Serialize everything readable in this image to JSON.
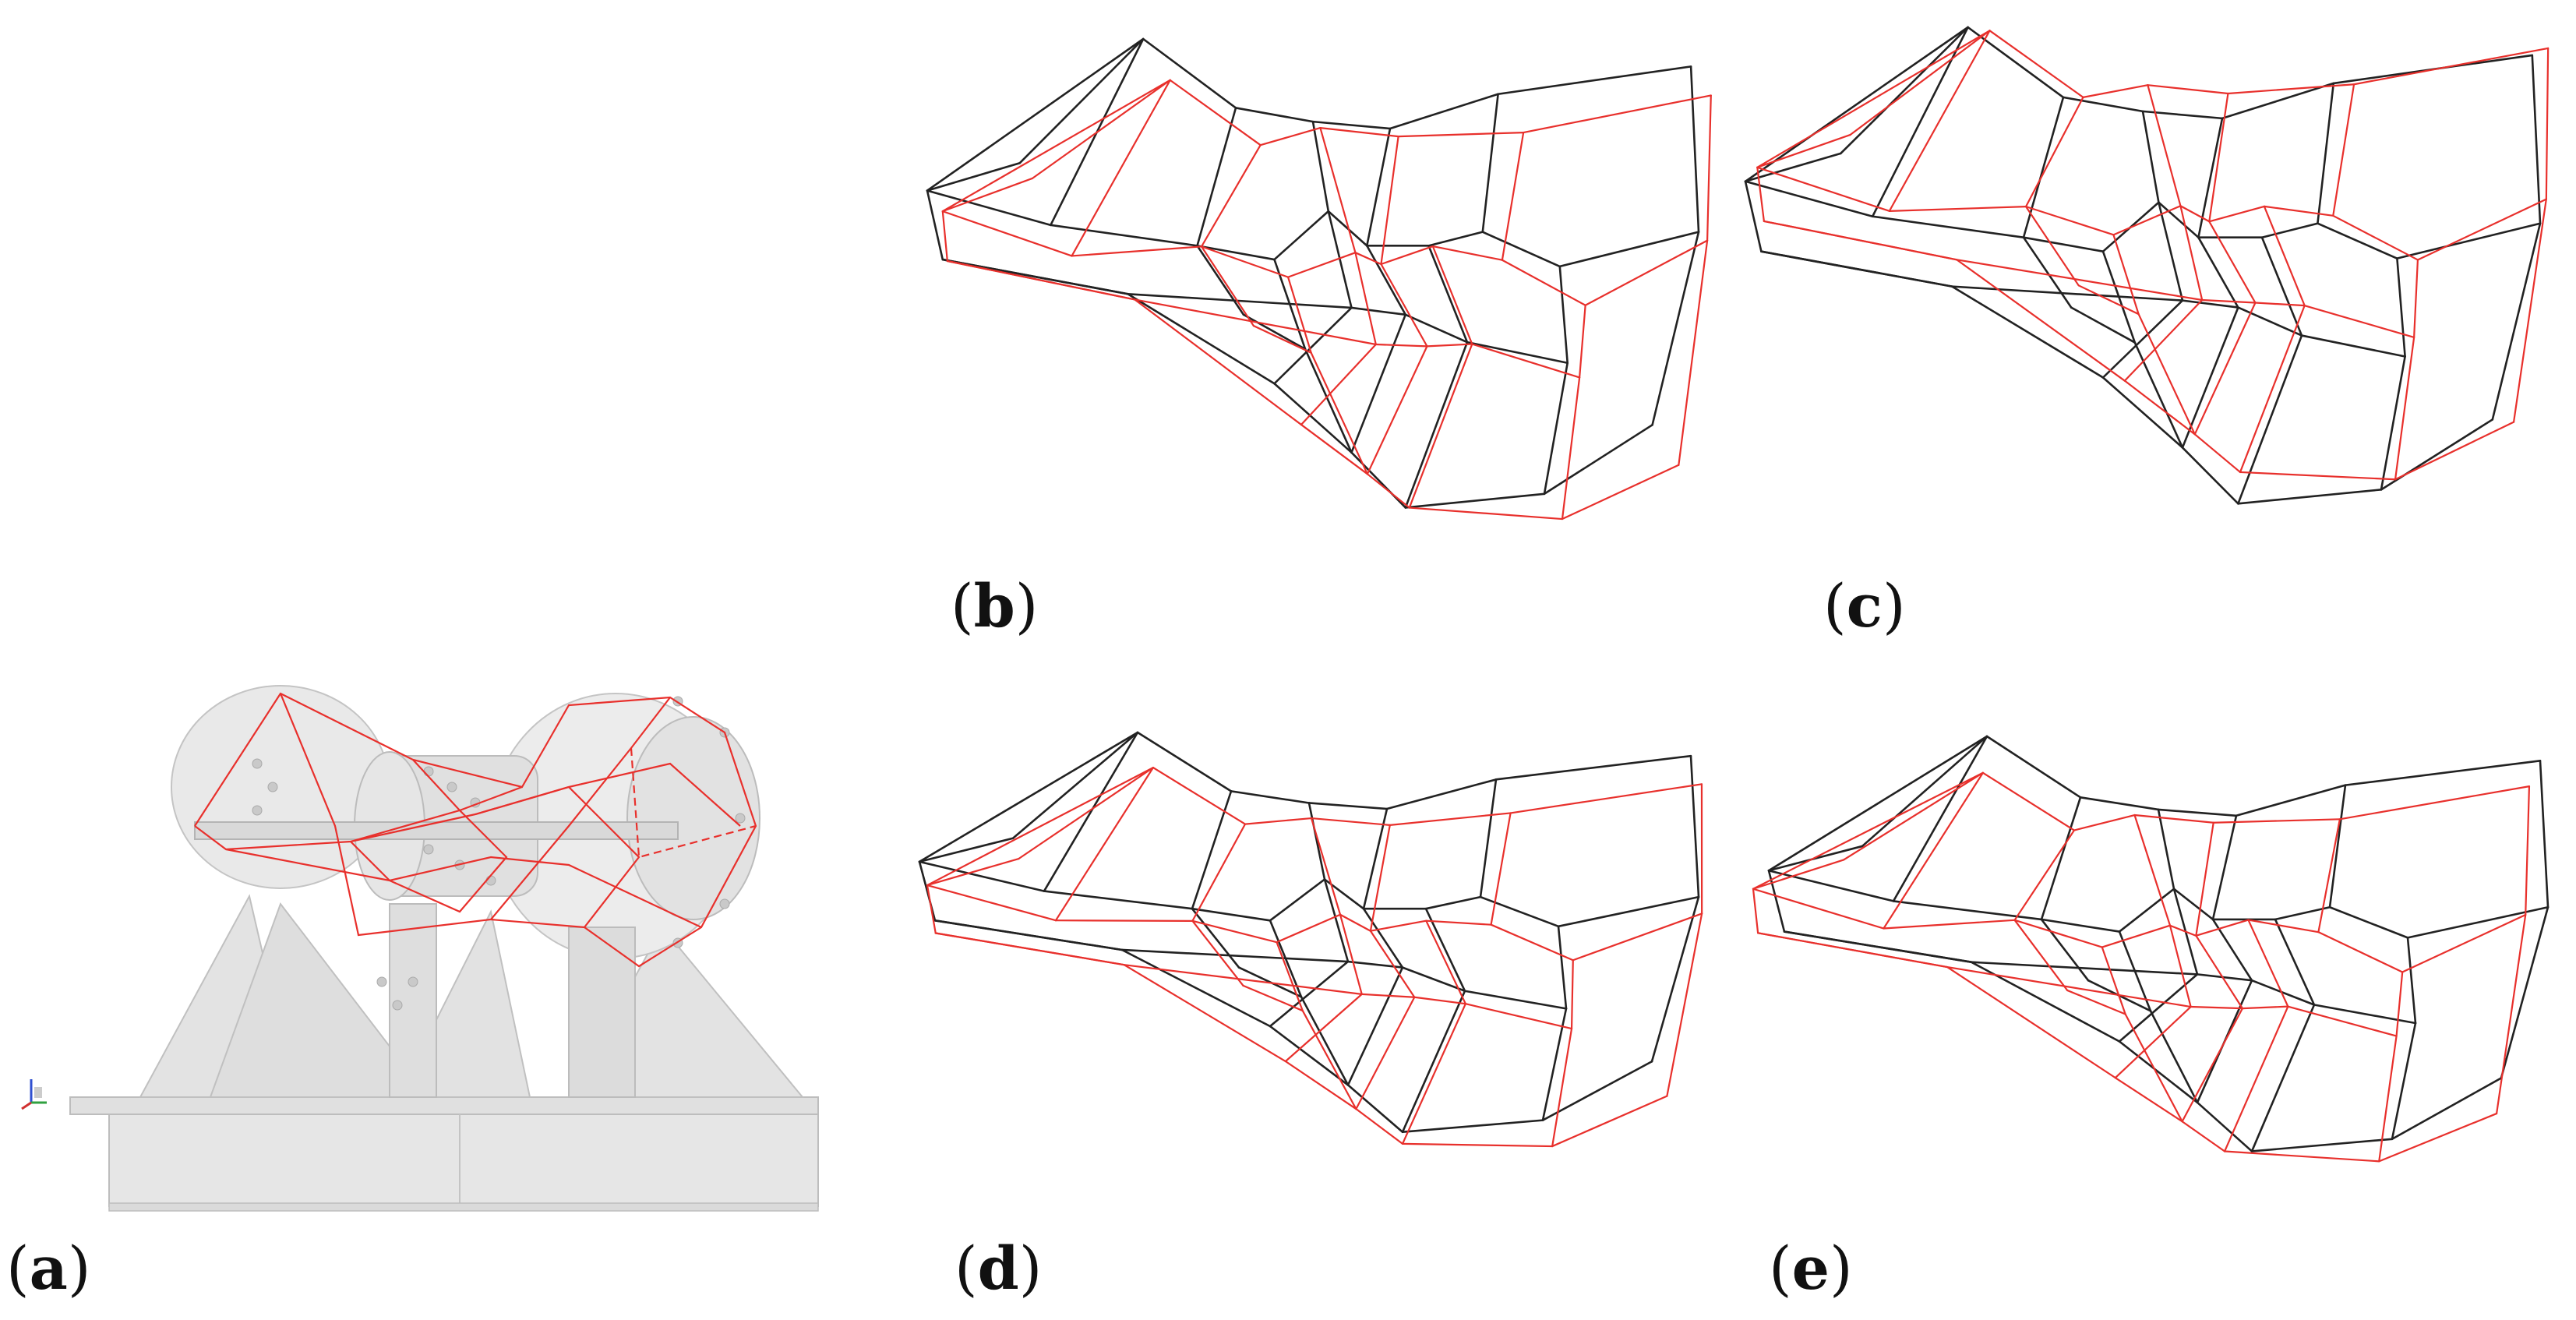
{
  "figure": {
    "panels": [
      {
        "id": "a",
        "label_text": "a",
        "content": "cad-machine-with-red-wireframe"
      },
      {
        "id": "b",
        "label_text": "b",
        "content": "wireframe-comparison"
      },
      {
        "id": "c",
        "label_text": "c",
        "content": "wireframe-comparison"
      },
      {
        "id": "d",
        "label_text": "d",
        "content": "wireframe-comparison"
      },
      {
        "id": "e",
        "label_text": "e",
        "content": "wireframe-comparison"
      }
    ],
    "colors": {
      "reference_wireframe": "#222222",
      "deformed_wireframe": "#e8302c",
      "cad_body": "#e4e4e4",
      "cad_edge": "#b8b8b8"
    }
  }
}
